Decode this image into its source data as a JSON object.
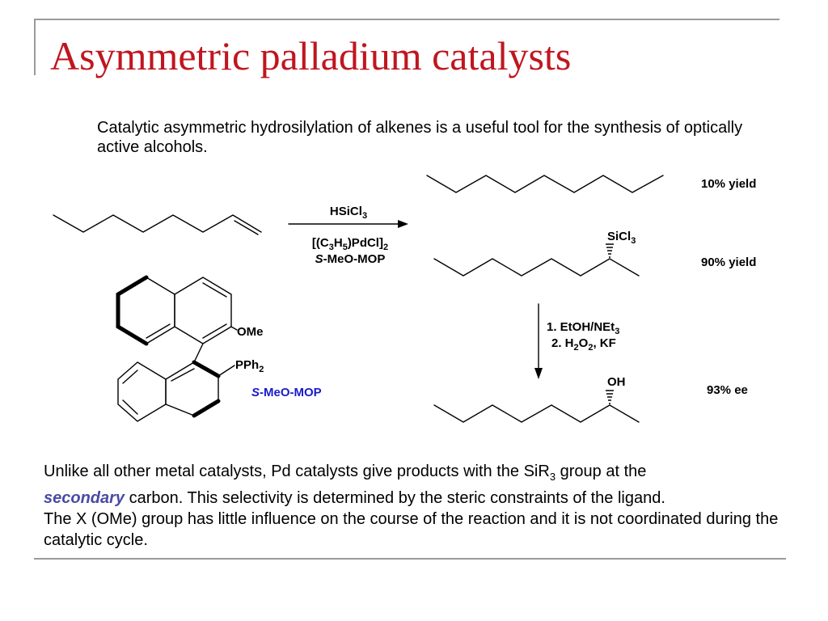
{
  "slide": {
    "title": "Asymmetric palladium catalysts",
    "intro": "Catalytic asymmetric hydrosilylation of alkenes is a useful tool for the synthesis of optically active alcohols."
  },
  "scheme": {
    "reagent_1": "HSiCl",
    "reagent_1_sub": "3",
    "catalyst_prefix": "[(C",
    "catalyst_sub_c": "3",
    "catalyst_h": "H",
    "catalyst_sub_h": "5",
    "catalyst_mid": ")PdCl]",
    "catalyst_sub_end": "2",
    "ligand_stereo": "S",
    "ligand_name": "-MeO-MOP",
    "product_1_yield": "10% yield",
    "product_2_group": "SiCl",
    "product_2_group_sub": "3",
    "product_2_yield": "90% yield",
    "step_1": "1. EtOH/NEt",
    "step_1_sub": "3",
    "step_2_prefix": "2. H",
    "step_2_sub_h": "2",
    "step_2_o": "O",
    "step_2_sub_o": "2",
    "step_2_suffix": ", KF",
    "product_3_group": "OH",
    "product_3_ee": "93% ee",
    "ligand_ome": "OMe",
    "ligand_pph": "PPh",
    "ligand_pph_sub": "2",
    "ligand_label_stereo": "S",
    "ligand_label_name": "-MeO-MOP"
  },
  "colors": {
    "title": "#c0161f",
    "ligand_label": "#1a1acc",
    "emphasis": "#4a4aa6",
    "frame": "#9a9a9a"
  },
  "body": {
    "line1_before": "Unlike all other metal catalysts, Pd catalysts give products with the SiR",
    "line1_sub": "3",
    "line1_after": " group at the",
    "emphasis_word": "secondary",
    "line2_after": " carbon. This selectivity is determined by the steric constraints of the ligand.",
    "line3": "The X (OMe) group has little influence on the course of the reaction and it is not coordinated during the catalytic cycle."
  }
}
